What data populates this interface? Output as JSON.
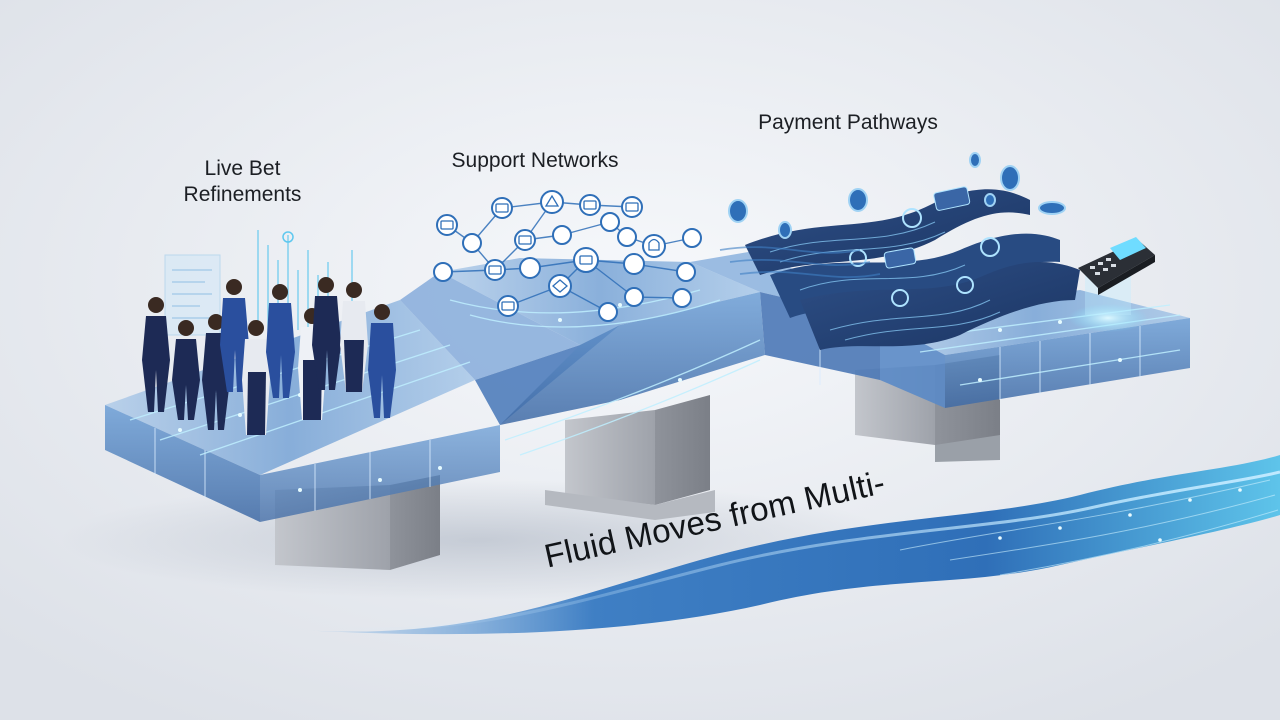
{
  "labels": {
    "live_bet_line1": "Live Bet",
    "live_bet_line2": "Refinements",
    "support_networks": "Support Networks",
    "payment_pathways": "Payment Pathways"
  },
  "tagline": "Fluid Moves from Multi-",
  "colors": {
    "background": "#e9ecf1",
    "glass_blue": "#5b8ec8",
    "glow_cyan": "#7fe3ff",
    "pillar_gray": "#a9adb5",
    "suit_navy": "#1d2a55",
    "wave_blue": "#2f6fb8"
  }
}
